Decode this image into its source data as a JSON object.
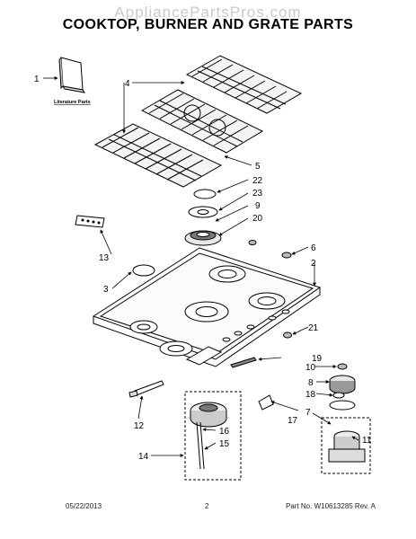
{
  "watermark": "AppliancePartsPros.com",
  "title": "COOKTOP, BURNER AND GRATE PARTS",
  "literature_label": "Literature Parts",
  "callouts": {
    "c1": "1",
    "c2": "2",
    "c3": "3",
    "c4": "4",
    "c5": "5",
    "c6": "6",
    "c7": "7",
    "c8": "8",
    "c9": "9",
    "c10": "10",
    "c11": "11",
    "c12": "12",
    "c13": "13",
    "c14": "14",
    "c15": "15",
    "c16": "16",
    "c17": "17",
    "c18": "18",
    "c19": "19",
    "c20": "20",
    "c21": "21",
    "c22": "22",
    "c23": "23"
  },
  "footer": {
    "date": "05/22/2013",
    "page": "2",
    "part_no": "Part No. W10613285 Rev. A"
  }
}
